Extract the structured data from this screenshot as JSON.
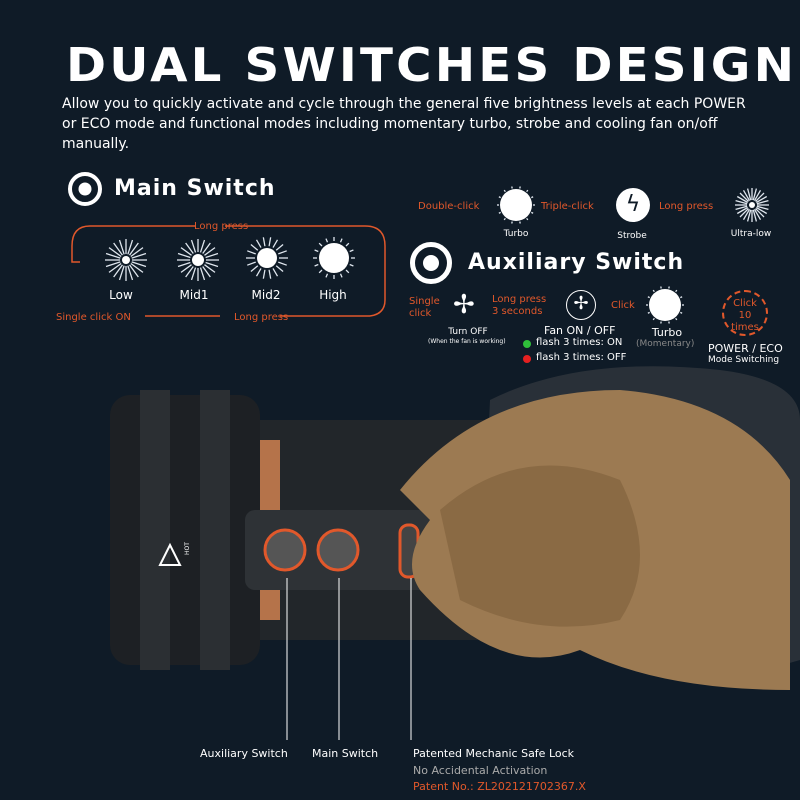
{
  "title": "DUAL SWITCHES DESIGN",
  "description": "Allow you to quickly activate and cycle through the general five brightness levels at each POWER or ECO mode and functional modes including momentary turbo, strobe and cooling fan on/off manually.",
  "main_switch": {
    "title": "Main Switch",
    "long_press_top": "Long press",
    "levels": [
      "Low",
      "Mid1",
      "Mid2",
      "High"
    ],
    "single_click_on": "Single click ON",
    "long_press_bottom": "Long press"
  },
  "shortcuts": {
    "double_click": "Double-click",
    "turbo": "Turbo",
    "triple_click": "Triple-click",
    "strobe": "Strobe",
    "long_press": "Long press",
    "ultra_low": "Ultra-low"
  },
  "aux_switch": {
    "title": "Auxiliary Switch",
    "single_click": "Single click",
    "turn_off": "Turn OFF",
    "turn_off_note": "(When the fan is working)",
    "long_press_3s": "Long press 3 seconds",
    "fan": "Fan ON / OFF",
    "flash_on": "flash 3 times: ON",
    "flash_off": "flash 3 times: OFF",
    "click": "Click",
    "turbo": "Turbo",
    "momentary": "(Momentary)",
    "click_10": "Click 10 times",
    "power_eco": "POWER / ECO",
    "mode_switching": "Mode Switching"
  },
  "callouts": {
    "aux": "Auxiliary  Switch",
    "main": "Main Switch",
    "lock": "Patented Mechanic Safe Lock",
    "no_accidental": "No Accidental Activation",
    "patent": "Patent No.: ZL202121702367.X"
  },
  "hot_label": "HOT",
  "colors": {
    "accent": "#e1582b",
    "bg": "#0f1b27",
    "green": "#2fbf3a",
    "red": "#e52020"
  }
}
